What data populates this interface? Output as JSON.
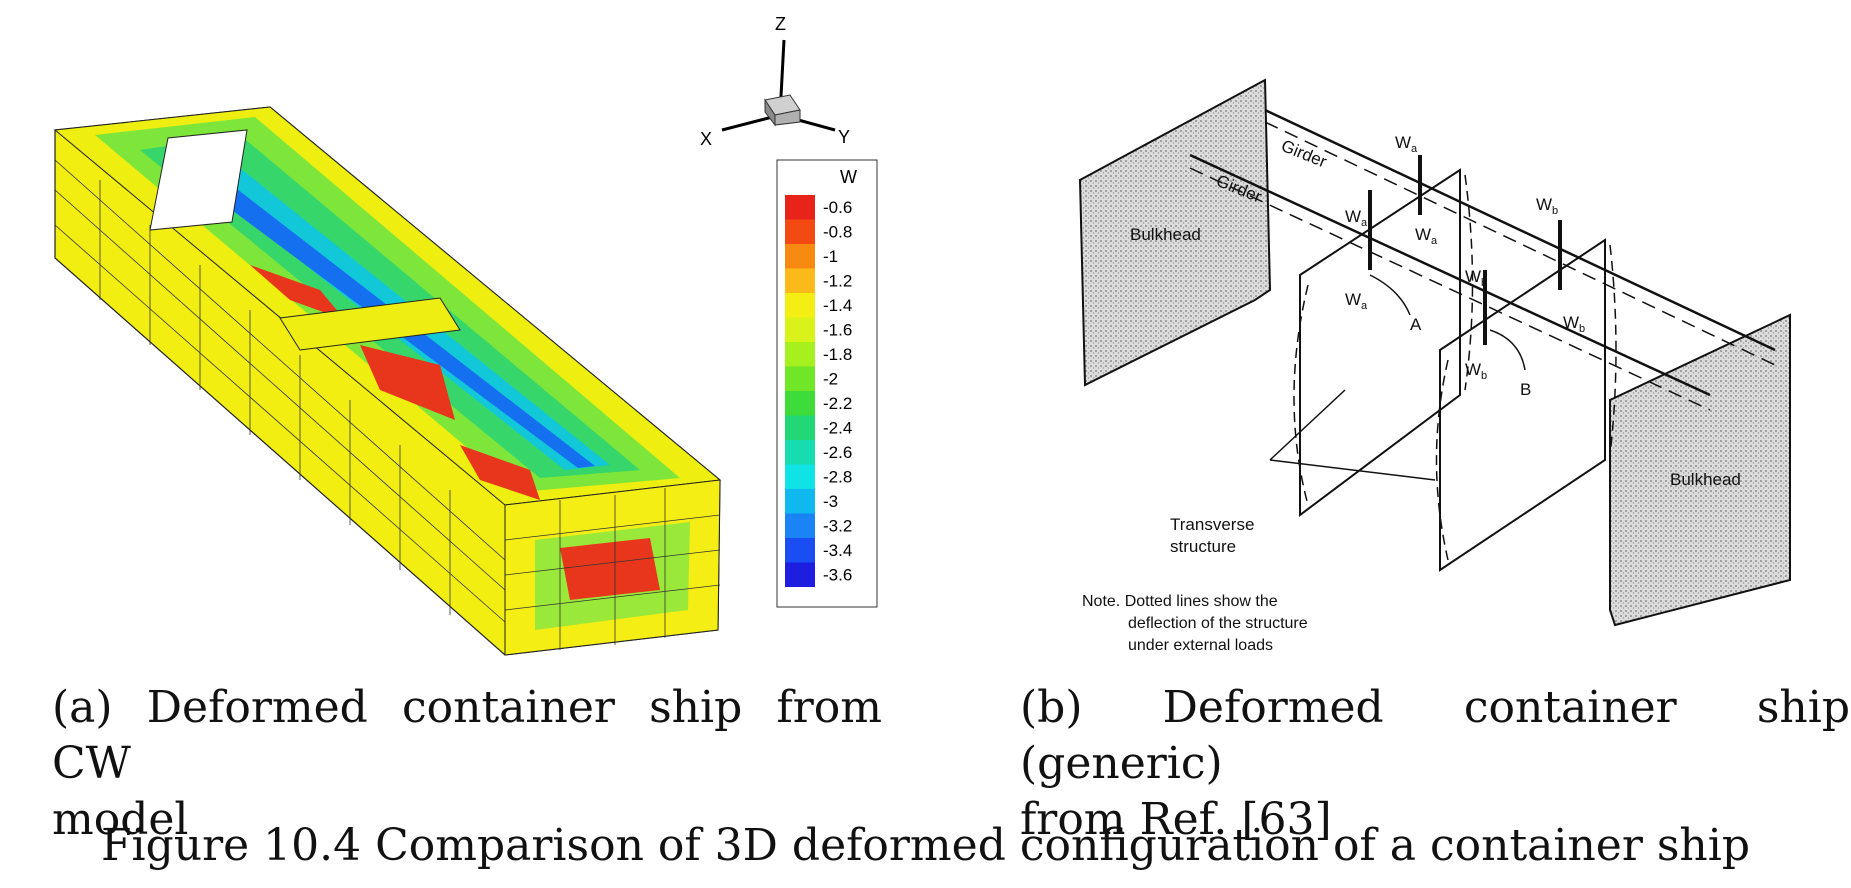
{
  "left_figure": {
    "axis_labels": {
      "z": "Z",
      "x": "X",
      "y": "Y"
    },
    "legend": {
      "title": "W",
      "levels": [
        "-0.6",
        "-0.8",
        "-1",
        "-1.2",
        "-1.4",
        "-1.6",
        "-1.8",
        "-2",
        "-2.2",
        "-2.4",
        "-2.6",
        "-2.8",
        "-3",
        "-3.2",
        "-3.4",
        "-3.6"
      ],
      "colors": [
        "#e8231a",
        "#f24a12",
        "#f78a10",
        "#fbb91a",
        "#f5ee14",
        "#d8f21a",
        "#a6f01e",
        "#6fe628",
        "#3ddc3a",
        "#22d876",
        "#16dcb0",
        "#10e3e6",
        "#10b8f0",
        "#1a84f4",
        "#1a4ef2",
        "#1e1ee0"
      ]
    }
  },
  "right_figure": {
    "labels": {
      "girder_top": "Girder",
      "girder_lower": "Girder",
      "bulkhead_left": "Bulkhead",
      "bulkhead_right": "Bulkhead",
      "wa": "W",
      "wa_sub": "a",
      "wb": "W",
      "wb_sub": "b",
      "point_a": "A",
      "point_b": "B",
      "transverse_1": "Transverse",
      "transverse_2": "structure",
      "note_1": "Note. Dotted lines show the",
      "note_2": "deflection of the structure",
      "note_3": "under external loads"
    }
  },
  "captions": {
    "a_line1": "(a) Deformed container ship from CW",
    "a_line2": "model",
    "b_line1": "(b) Deformed container ship (generic)",
    "b_line2": "from Ref. [63]",
    "main": "Figure 10.4 Comparison of 3D deformed configuration of a container ship"
  }
}
